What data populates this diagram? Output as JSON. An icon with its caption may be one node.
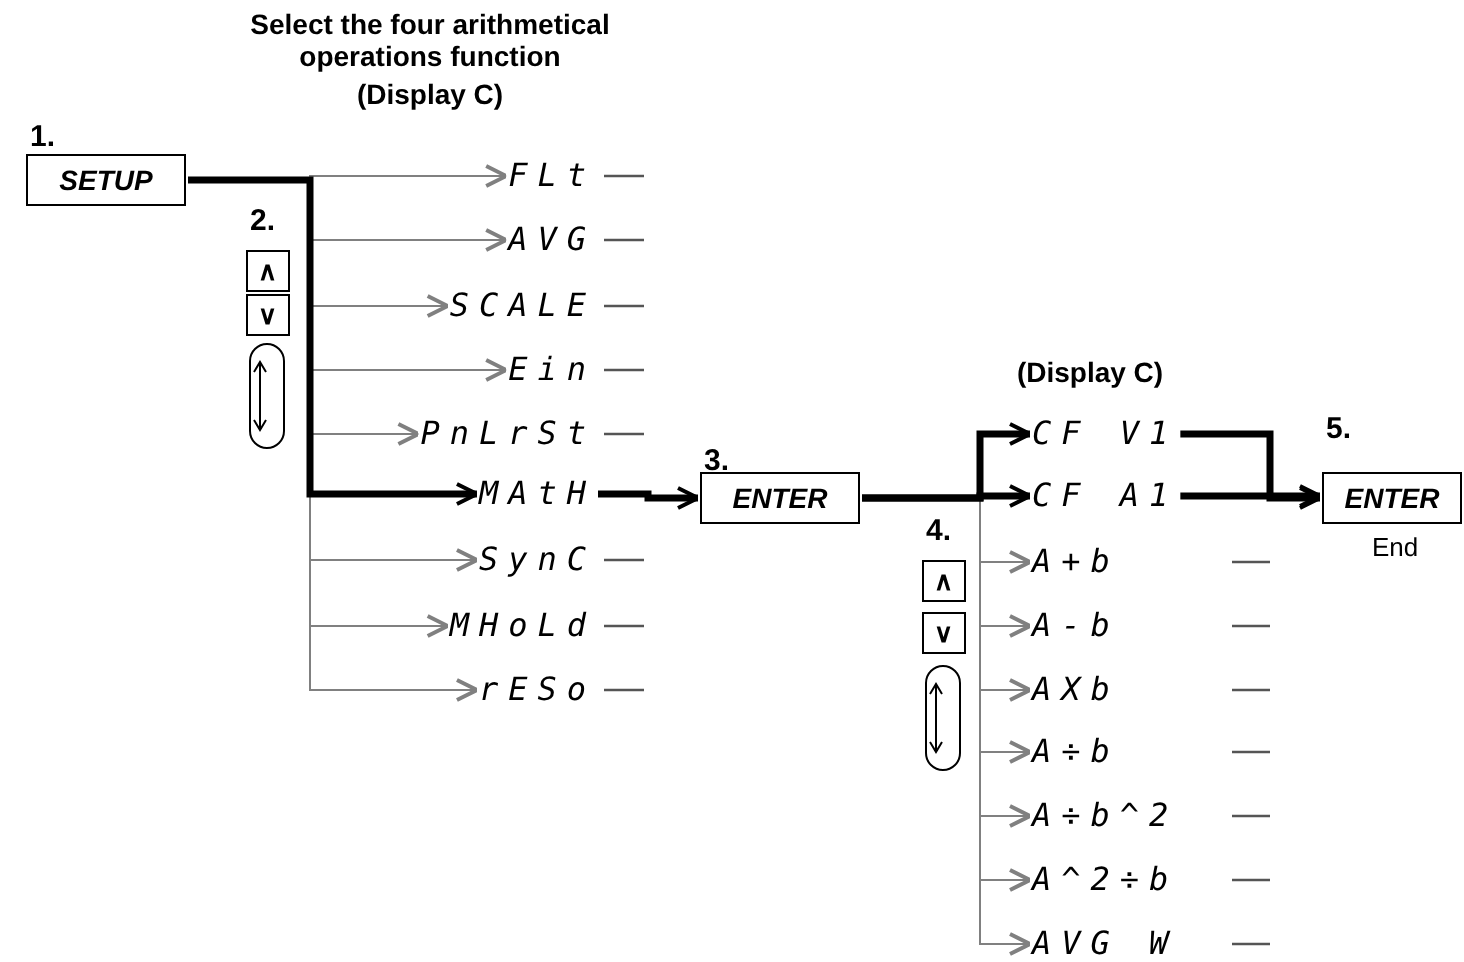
{
  "diagram": {
    "title": "Select the four arithmetical operations function",
    "nodes": [
      {
        "text": [
          "SETUP"
        ],
        "beside": [
          "1."
        ]
      },
      {
        "text": [
          "FLt"
        ]
      },
      {
        "text": [
          "AVG"
        ]
      },
      {
        "text": [
          "SCALE"
        ]
      },
      {
        "text": [
          "Ein"
        ]
      },
      {
        "text": [
          "PnLrSt"
        ]
      },
      {
        "text": [
          "MAtH"
        ]
      },
      {
        "text": [
          "SynC"
        ]
      },
      {
        "text": [
          "MHoLd"
        ]
      },
      {
        "text": [
          "rESo"
        ]
      },
      {
        "text": [
          "∧"
        ],
        "beside": [
          "2."
        ]
      },
      {
        "text": [
          "∨"
        ]
      },
      {
        "text": [
          "ENTER"
        ],
        "beside": [
          "3."
        ]
      },
      {
        "text": [
          "CF V1"
        ]
      },
      {
        "text": [
          "CF A1"
        ]
      },
      {
        "text": [
          "A+b"
        ]
      },
      {
        "text": [
          "A-b"
        ]
      },
      {
        "text": [
          "AXb"
        ]
      },
      {
        "text": [
          "A÷b"
        ]
      },
      {
        "text": [
          "A÷b^2"
        ]
      },
      {
        "text": [
          "A^2÷b"
        ]
      },
      {
        "text": [
          "AVG W"
        ]
      },
      {
        "text": [
          "∧"
        ],
        "beside": [
          "4."
        ]
      },
      {
        "text": [
          "∨"
        ]
      },
      {
        "text": [
          "ENTER"
        ],
        "beside": [
          "5.",
          "End"
        ]
      }
    ],
    "edges": [
      {
        "from": 0,
        "to": 1,
        "arrow": "to"
      },
      {
        "from": 0,
        "to": 2,
        "arrow": "to"
      },
      {
        "from": 0,
        "to": 3,
        "arrow": "to"
      },
      {
        "from": 0,
        "to": 4,
        "arrow": "to"
      },
      {
        "from": 0,
        "to": 5,
        "arrow": "to"
      },
      {
        "from": 0,
        "to": 6,
        "arrow": "to",
        "style": "thick",
        "color": "#000000"
      },
      {
        "from": 0,
        "to": 7,
        "arrow": "to"
      },
      {
        "from": 0,
        "to": 8,
        "arrow": "to"
      },
      {
        "from": 0,
        "to": 9,
        "arrow": "to"
      },
      {
        "from": 6,
        "to": 12,
        "arrow": "to",
        "style": "thick",
        "color": "#000000"
      },
      {
        "from": 12,
        "to": 13,
        "arrow": "to",
        "style": "thick",
        "color": "#000000"
      },
      {
        "from": 12,
        "to": 14,
        "arrow": "to",
        "style": "thick",
        "color": "#000000"
      },
      {
        "from": 12,
        "to": 15,
        "arrow": "to"
      },
      {
        "from": 12,
        "to": 16,
        "arrow": "to"
      },
      {
        "from": 12,
        "to": 17,
        "arrow": "to"
      },
      {
        "from": 12,
        "to": 18,
        "arrow": "to"
      },
      {
        "from": 12,
        "to": 19,
        "arrow": "to"
      },
      {
        "from": 12,
        "to": 20,
        "arrow": "to"
      },
      {
        "from": 12,
        "to": 21,
        "arrow": "to"
      },
      {
        "from": 13,
        "to": 24,
        "arrow": "to",
        "style": "thick",
        "color": "#000000"
      },
      {
        "from": 14,
        "to": 24,
        "arrow": "to",
        "style": "thick",
        "color": "#000000"
      }
    ],
    "labels": [
      "(Display C)",
      "(Display C)"
    ]
  }
}
